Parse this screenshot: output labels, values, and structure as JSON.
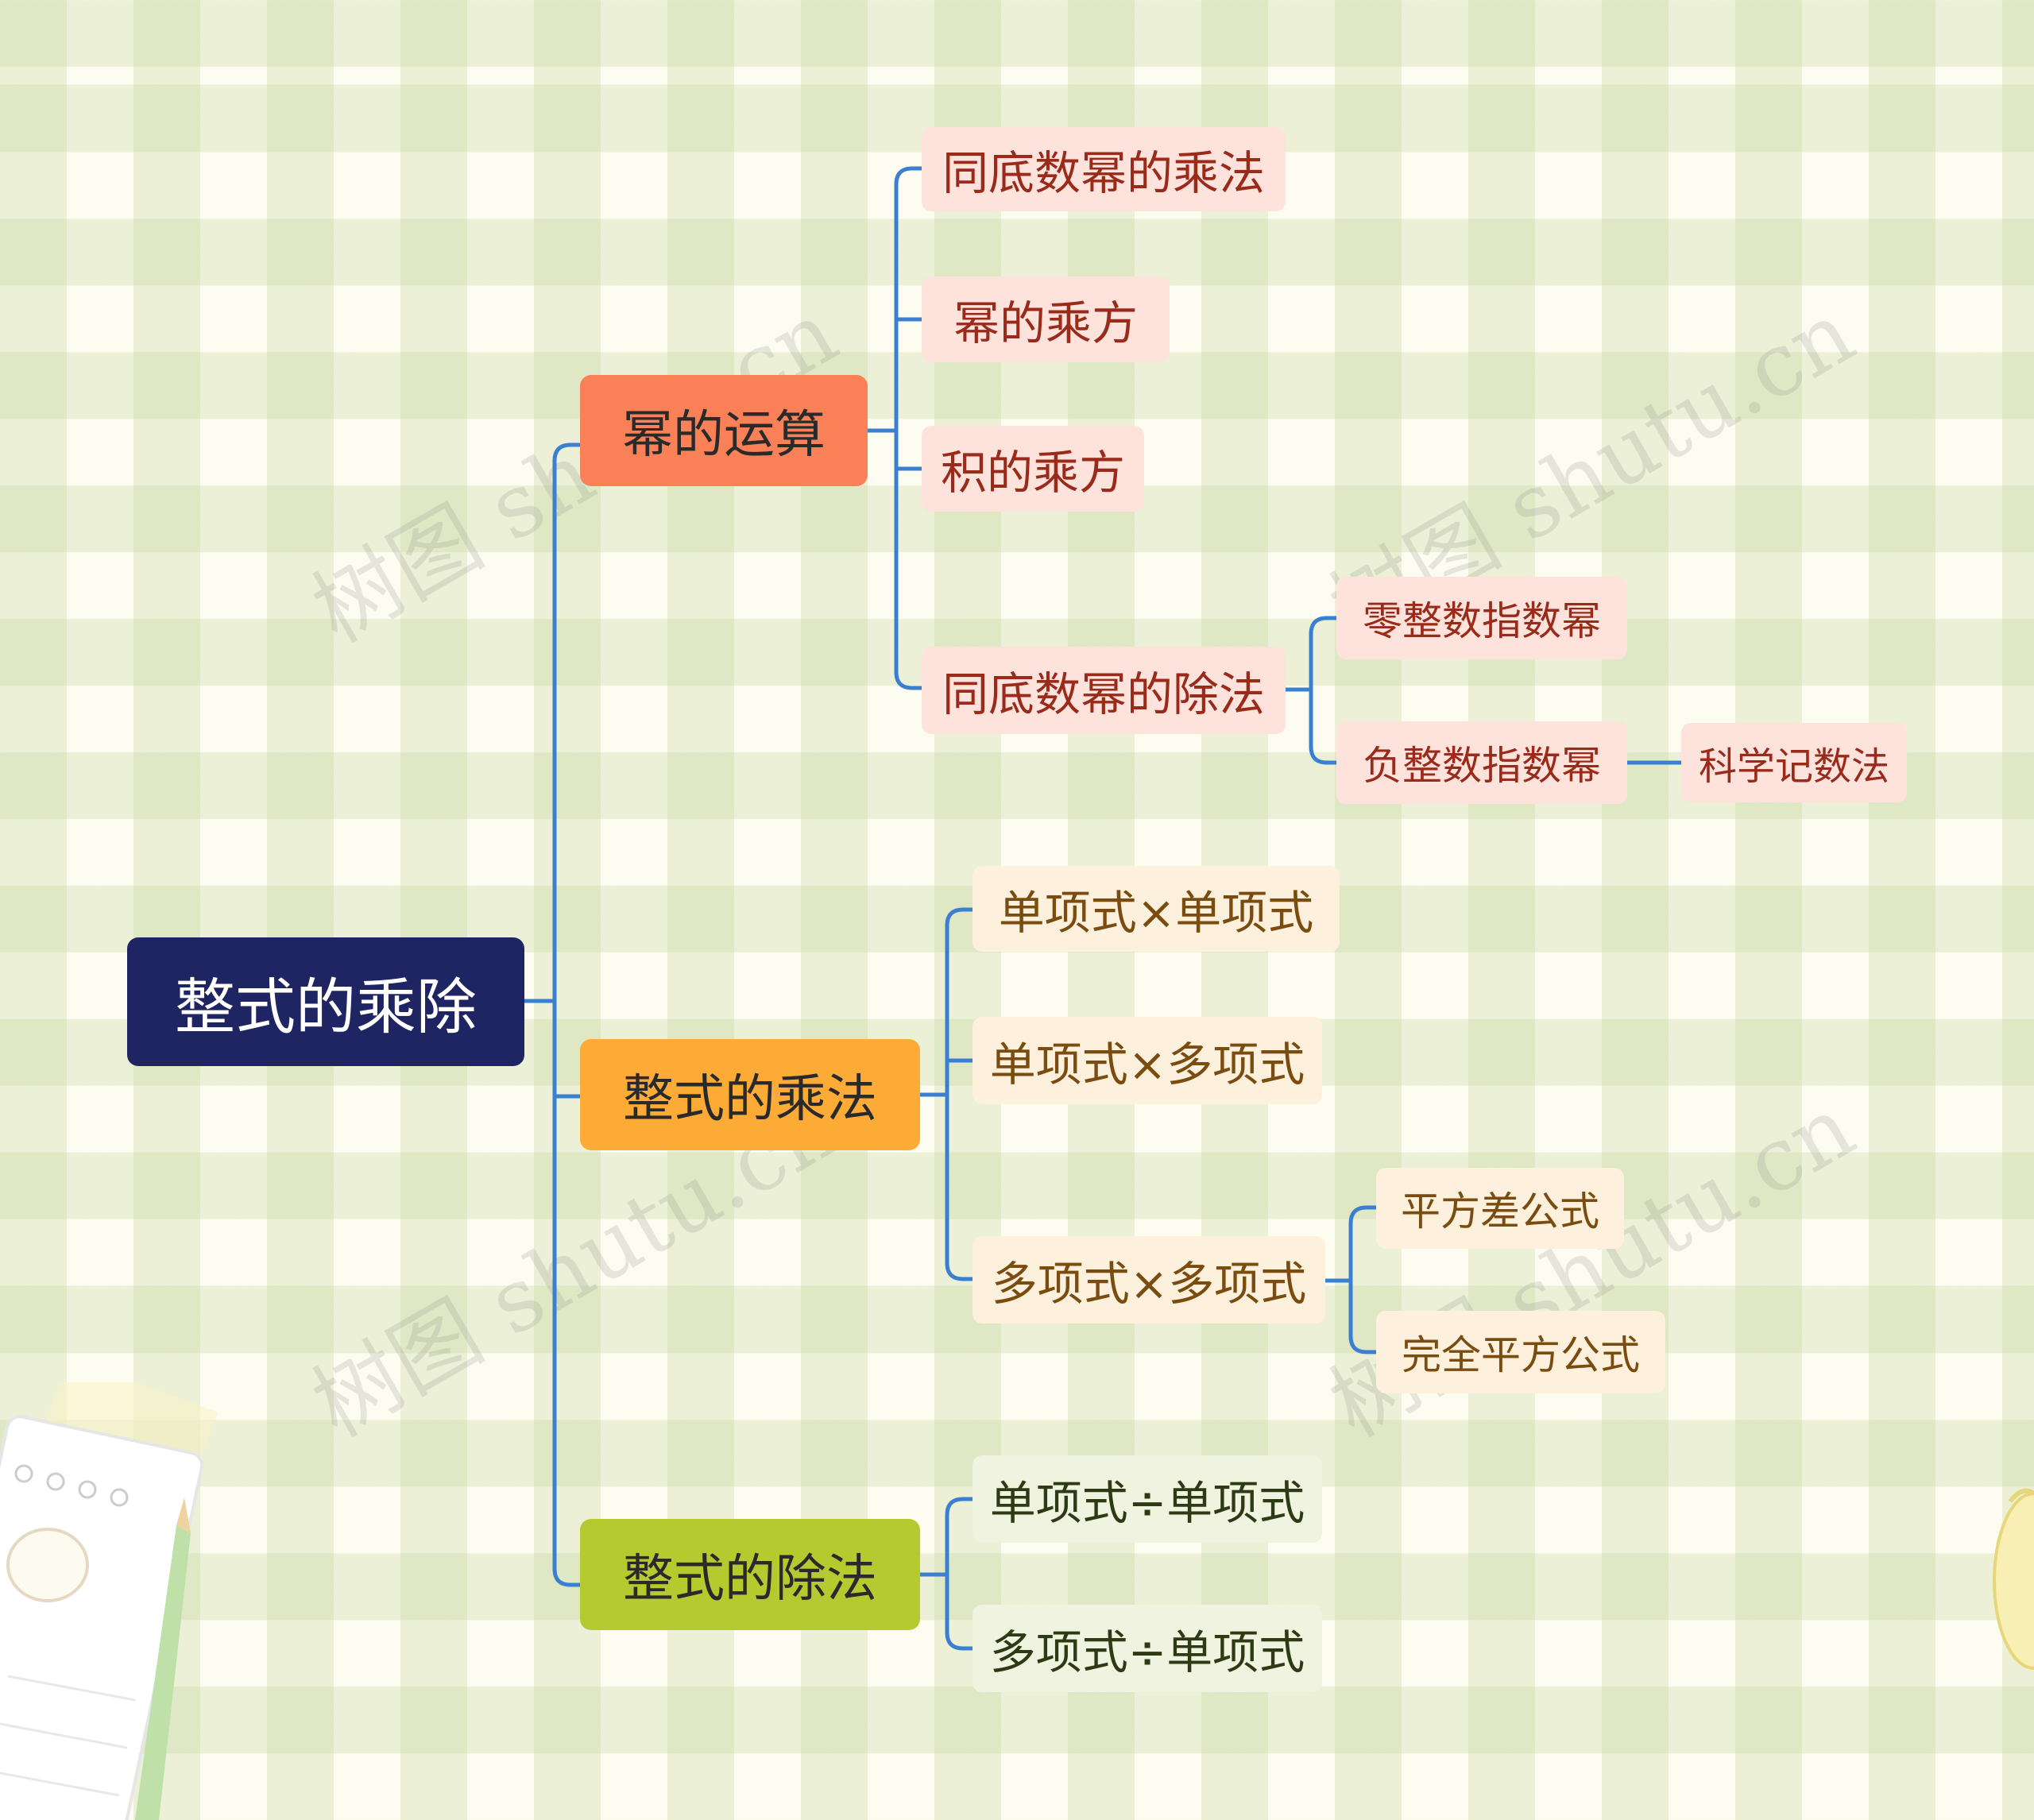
{
  "colors": {
    "root_bg": "#1f2462",
    "connector": "#3a7fd0",
    "branch_power": "#f98057",
    "branch_mult": "#fcab36",
    "branch_div": "#b5ca2e"
  },
  "mindmap": {
    "root": "整式的乘除",
    "branch_power": {
      "label": "幂的运算",
      "items": [
        "同底数幂的乘法",
        "幂的乘方",
        "积的乘方",
        "同底数幂的除法"
      ],
      "division_children": [
        "零整数指数幂",
        "负整数指数幂"
      ],
      "negative_child": "科学记数法"
    },
    "branch_mult": {
      "label": "整式的乘法",
      "items": [
        "单项式×单项式",
        "单项式×多项式",
        "多项式×多项式"
      ],
      "poly_children": [
        "平方差公式",
        "完全平方公式"
      ]
    },
    "branch_div": {
      "label": "整式的除法",
      "items": [
        "单项式÷单项式",
        "多项式÷单项式"
      ]
    }
  },
  "watermark": "树图 shutu.cn"
}
